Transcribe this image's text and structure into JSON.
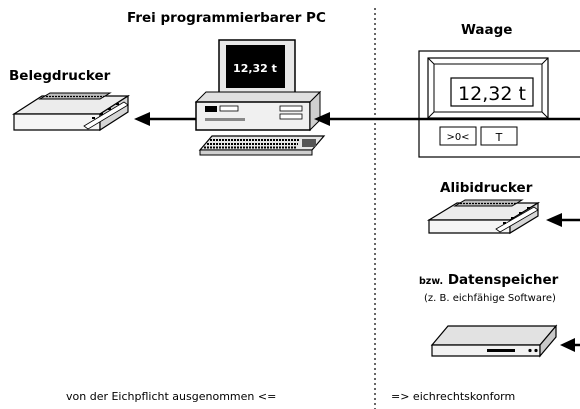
{
  "labels": {
    "pc_title": "Frei programmierbarer PC",
    "scale_title": "Waage",
    "receipt_printer": "Belegdrucker",
    "alibi_printer": "Alibidrucker",
    "data_storage_prefix": "bzw.",
    "data_storage": "Datenspeicher",
    "data_storage_note": "(z. B. eichfähige Software)"
  },
  "pc_screen": {
    "value": "12,32 t"
  },
  "scale": {
    "display_value": "12,32 t",
    "zero_button": ">0<",
    "tare_button": "T"
  },
  "footer": {
    "left": "von der Eichpflicht ausgenommen <=",
    "right": "=> eichrechtskonform"
  },
  "colors": {
    "line": "#000000",
    "divider": "#000000",
    "device_fill": "#f2f2f2"
  }
}
